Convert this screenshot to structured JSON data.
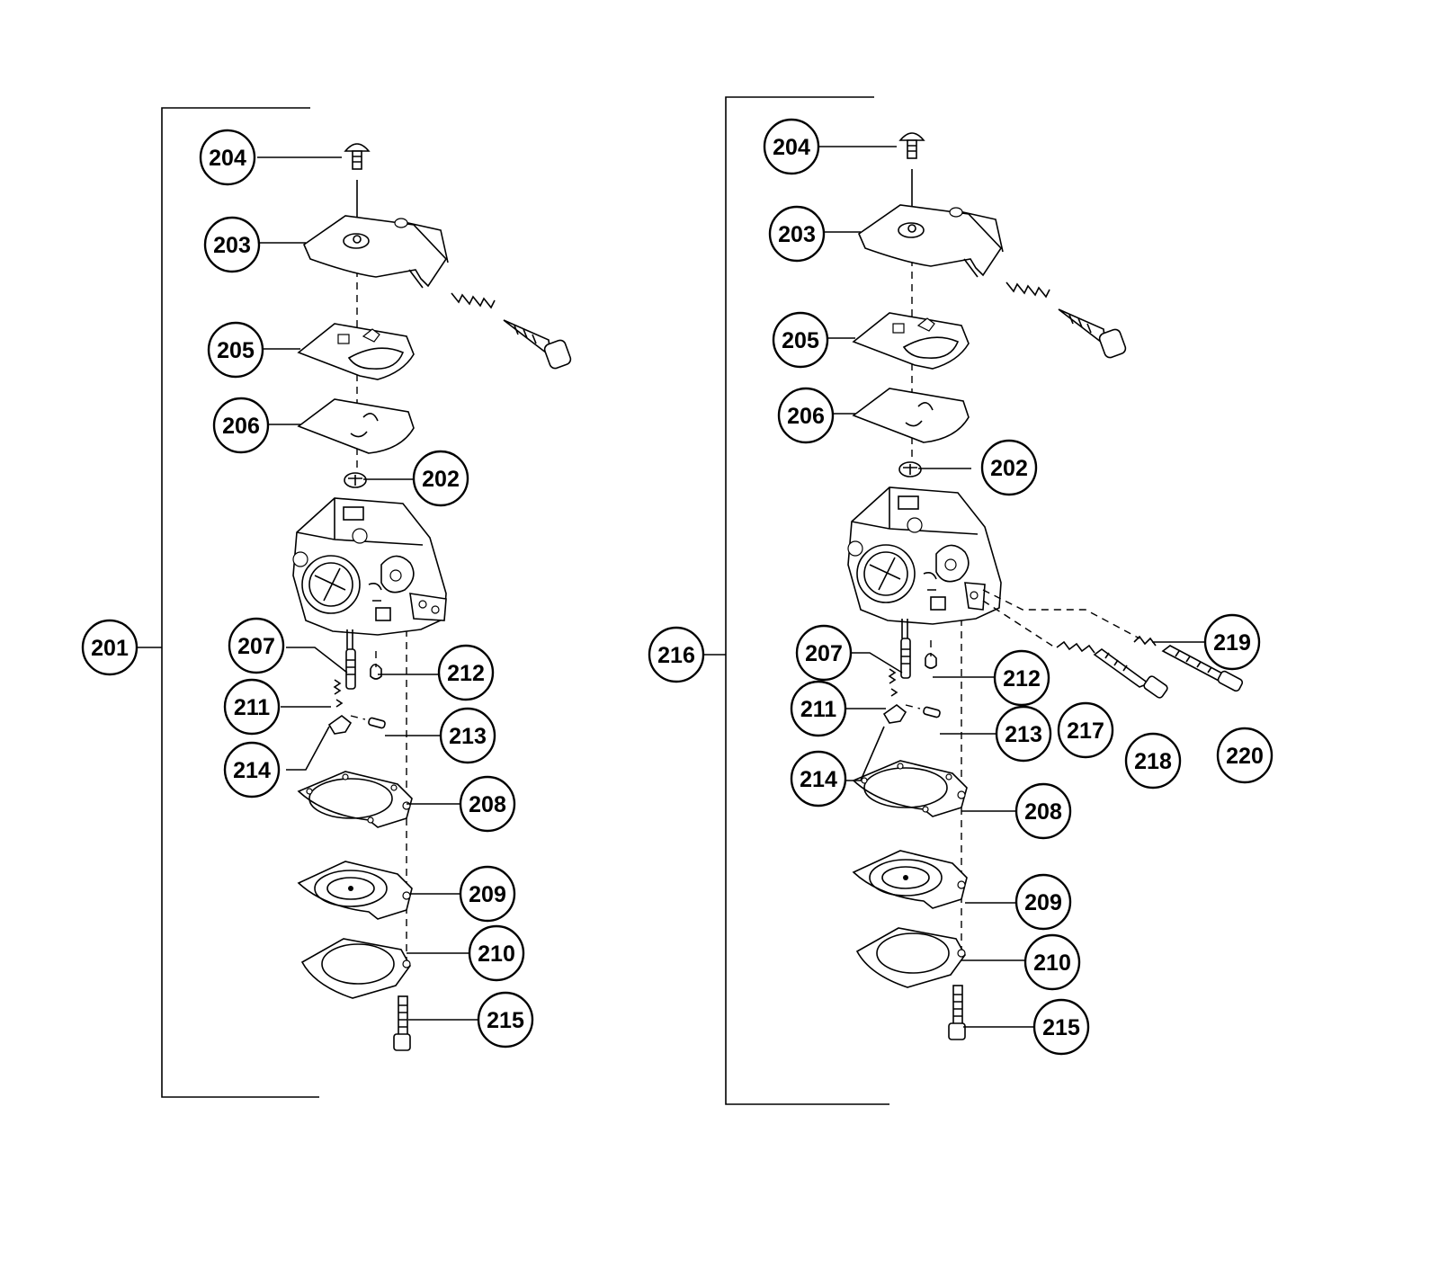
{
  "assemblies": [
    {
      "id": "left",
      "assembly_label": "201",
      "callouts": [
        "204",
        "203",
        "205",
        "206",
        "202",
        "207",
        "212",
        "211",
        "213",
        "214",
        "208",
        "209",
        "210",
        "215"
      ]
    },
    {
      "id": "right",
      "assembly_label": "216",
      "callouts": [
        "204",
        "203",
        "205",
        "206",
        "202",
        "207",
        "212",
        "211",
        "213",
        "214",
        "208",
        "209",
        "210",
        "215",
        "217",
        "218",
        "219",
        "220"
      ]
    }
  ],
  "colors": {
    "line": "#000000",
    "background": "#ffffff"
  }
}
